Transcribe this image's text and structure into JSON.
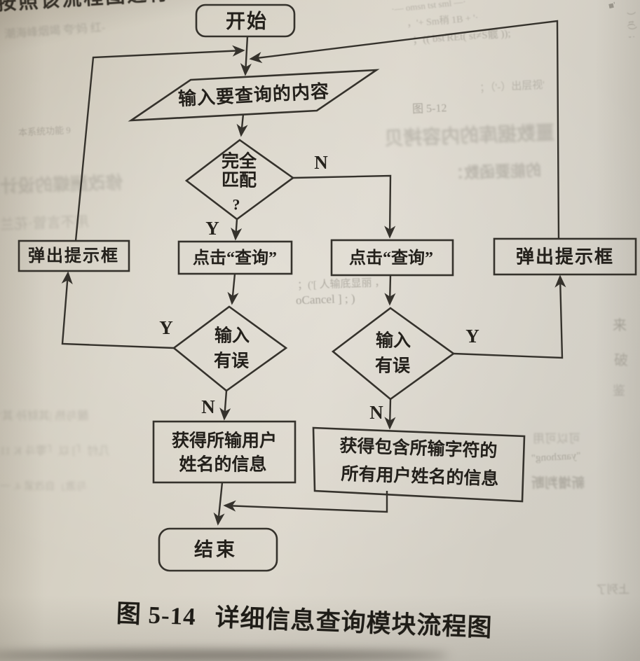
{
  "page": {
    "cropped_top_text": "按照该流程图进行",
    "caption": {
      "figure_no": "图 5-14",
      "title": "详细信息查询模块流程图"
    }
  },
  "flowchart": {
    "nodes": {
      "start": {
        "label": "开始"
      },
      "input": {
        "label": "输入要查询的内容"
      },
      "match": {
        "line1": "完全",
        "line2": "匹配",
        "line3": "?"
      },
      "click_query_left": {
        "label": "点击“查询”"
      },
      "click_query_right": {
        "label": "点击“查询”"
      },
      "prompt_left": {
        "label": "弹出提示框"
      },
      "prompt_right": {
        "label": "弹出提示框"
      },
      "input_error_left": {
        "line1": "输入",
        "line2": "有误"
      },
      "input_error_right": {
        "line1": "输入",
        "line2": "有误"
      },
      "result_left": {
        "line1": "获得所输用户",
        "line2": "姓名的信息"
      },
      "result_right": {
        "line1": "获得包含所输字符的",
        "line2": "所有用户姓名的信息"
      },
      "end": {
        "label": "结束"
      }
    },
    "branch_labels": {
      "yes": "Y",
      "no": "N"
    }
  },
  "bleedthrough": {
    "a1": "·— omsn tst sml —·",
    "a2": "，'+ Sm稍 1B + '·",
    "a3": "；(( bst'REt( st≠S髋 ));",
    "a4": "）t(）;",
    "a5": "；（'-）出层视'",
    "a6": "图 5-12",
    "a7": "噩数据库的内容拷贝",
    "a8": "的能要函数：",
    "a9": "潮海峰烟竭 夸'妈  红-",
    "a10": "本系统功能 9",
    "a11": "修改酬蝶的设计",
    "a12": "用不言管·花兰",
    "a13": "；('[ 人输底显丽 ，",
    "a14": "oCancel ] ; )",
    "a15": "醒与热 |其财孙 其'",
    "a16": "几付「] 以「零斗 K 11",
    "a17": "与激」自改紧 4. 一",
    "a18": "可以可用",
    "a19": "\"yanzhong\"",
    "a20": "新增判断",
    "a21": "来",
    "a22": "破",
    "a23": "鉴",
    "a24": "上列了",
    "a25": "■'"
  }
}
